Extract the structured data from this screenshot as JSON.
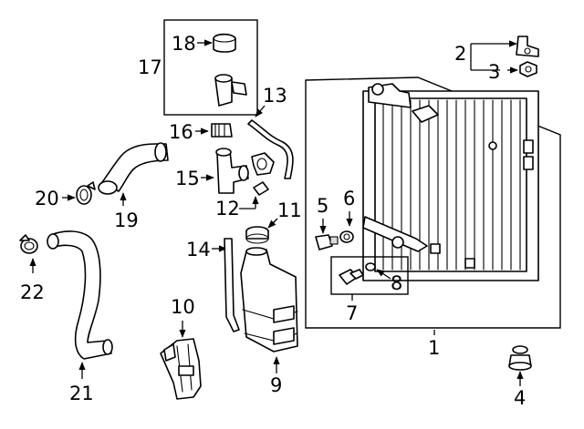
{
  "callouts": {
    "c1": "1",
    "c2": "2",
    "c3": "3",
    "c4": "4",
    "c5": "5",
    "c6": "6",
    "c7": "7",
    "c8": "8",
    "c9": "9",
    "c10": "10",
    "c11": "11",
    "c12": "12",
    "c13": "13",
    "c14": "14",
    "c15": "15",
    "c16": "16",
    "c17": "17",
    "c18": "18",
    "c19": "19",
    "c20": "20",
    "c21": "21",
    "c22": "22"
  },
  "colors": {
    "ink": "#000000",
    "paper": "#ffffff"
  }
}
